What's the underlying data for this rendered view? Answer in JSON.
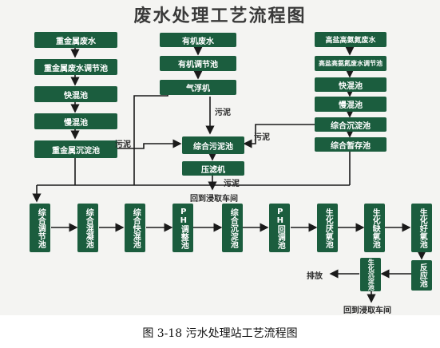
{
  "title": "废水处理工艺流程图",
  "caption": "图 3-18 污水处理站工艺流程图",
  "col_left": [
    "重金属废水",
    "重金属废水调节池",
    "快混池",
    "慢混池",
    "重金属沉淀池"
  ],
  "col_mid": [
    "有机废水",
    "有机调节池",
    "气浮机"
  ],
  "col_right": [
    "高盐高氨氮废水",
    "高盐高氨氮废水调节池",
    "快混池",
    "慢混池",
    "综合沉淀池",
    "综合暂存池"
  ],
  "center": {
    "sludge_tank": "综合污泥池",
    "filter_press": "压滤机"
  },
  "bottom_row": [
    "综合调节池",
    "综合混凝池",
    "综合快混池",
    "PH调整池",
    "综合沉淀池",
    "PH回调池",
    "生化厌氧池",
    "生化缺氧池",
    "生化好氧池"
  ],
  "reaction_tank": "反应池",
  "bio_settling": "生化沉淀池",
  "labels": {
    "sludge_left": "污泥",
    "sludge_mid": "污泥",
    "sludge_right": "污泥",
    "sludge_press": "污泥",
    "return_1": "回到浸取车间",
    "discharge": "排放",
    "return_2": "回到浸取车间"
  }
}
